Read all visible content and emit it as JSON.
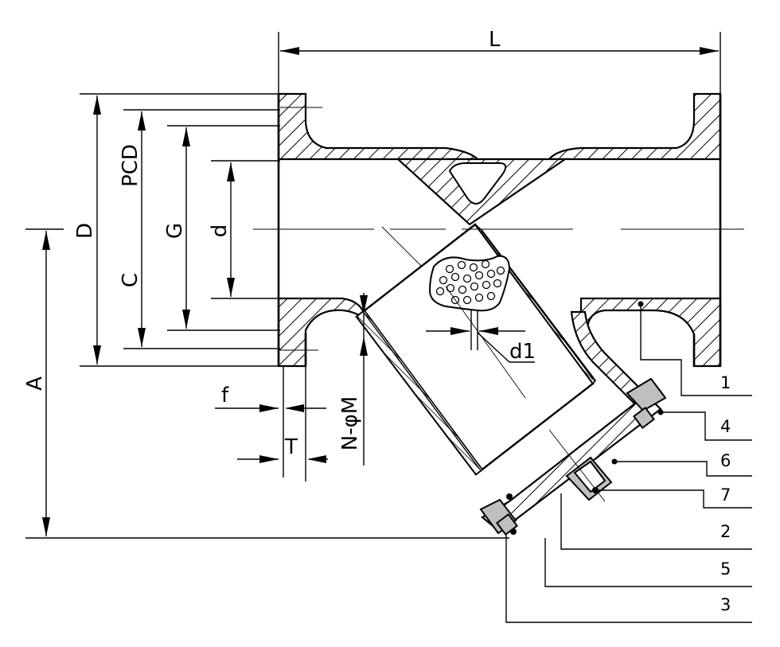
{
  "labels": {
    "L": "L",
    "PCD": "PCD",
    "D": "D",
    "C": "C",
    "G": "G",
    "d": "d",
    "A": "A",
    "f": "f",
    "T": "T",
    "NM": "N-φM",
    "d1": "d1"
  },
  "parts": [
    "1",
    "4",
    "6",
    "7",
    "2",
    "5",
    "3"
  ]
}
